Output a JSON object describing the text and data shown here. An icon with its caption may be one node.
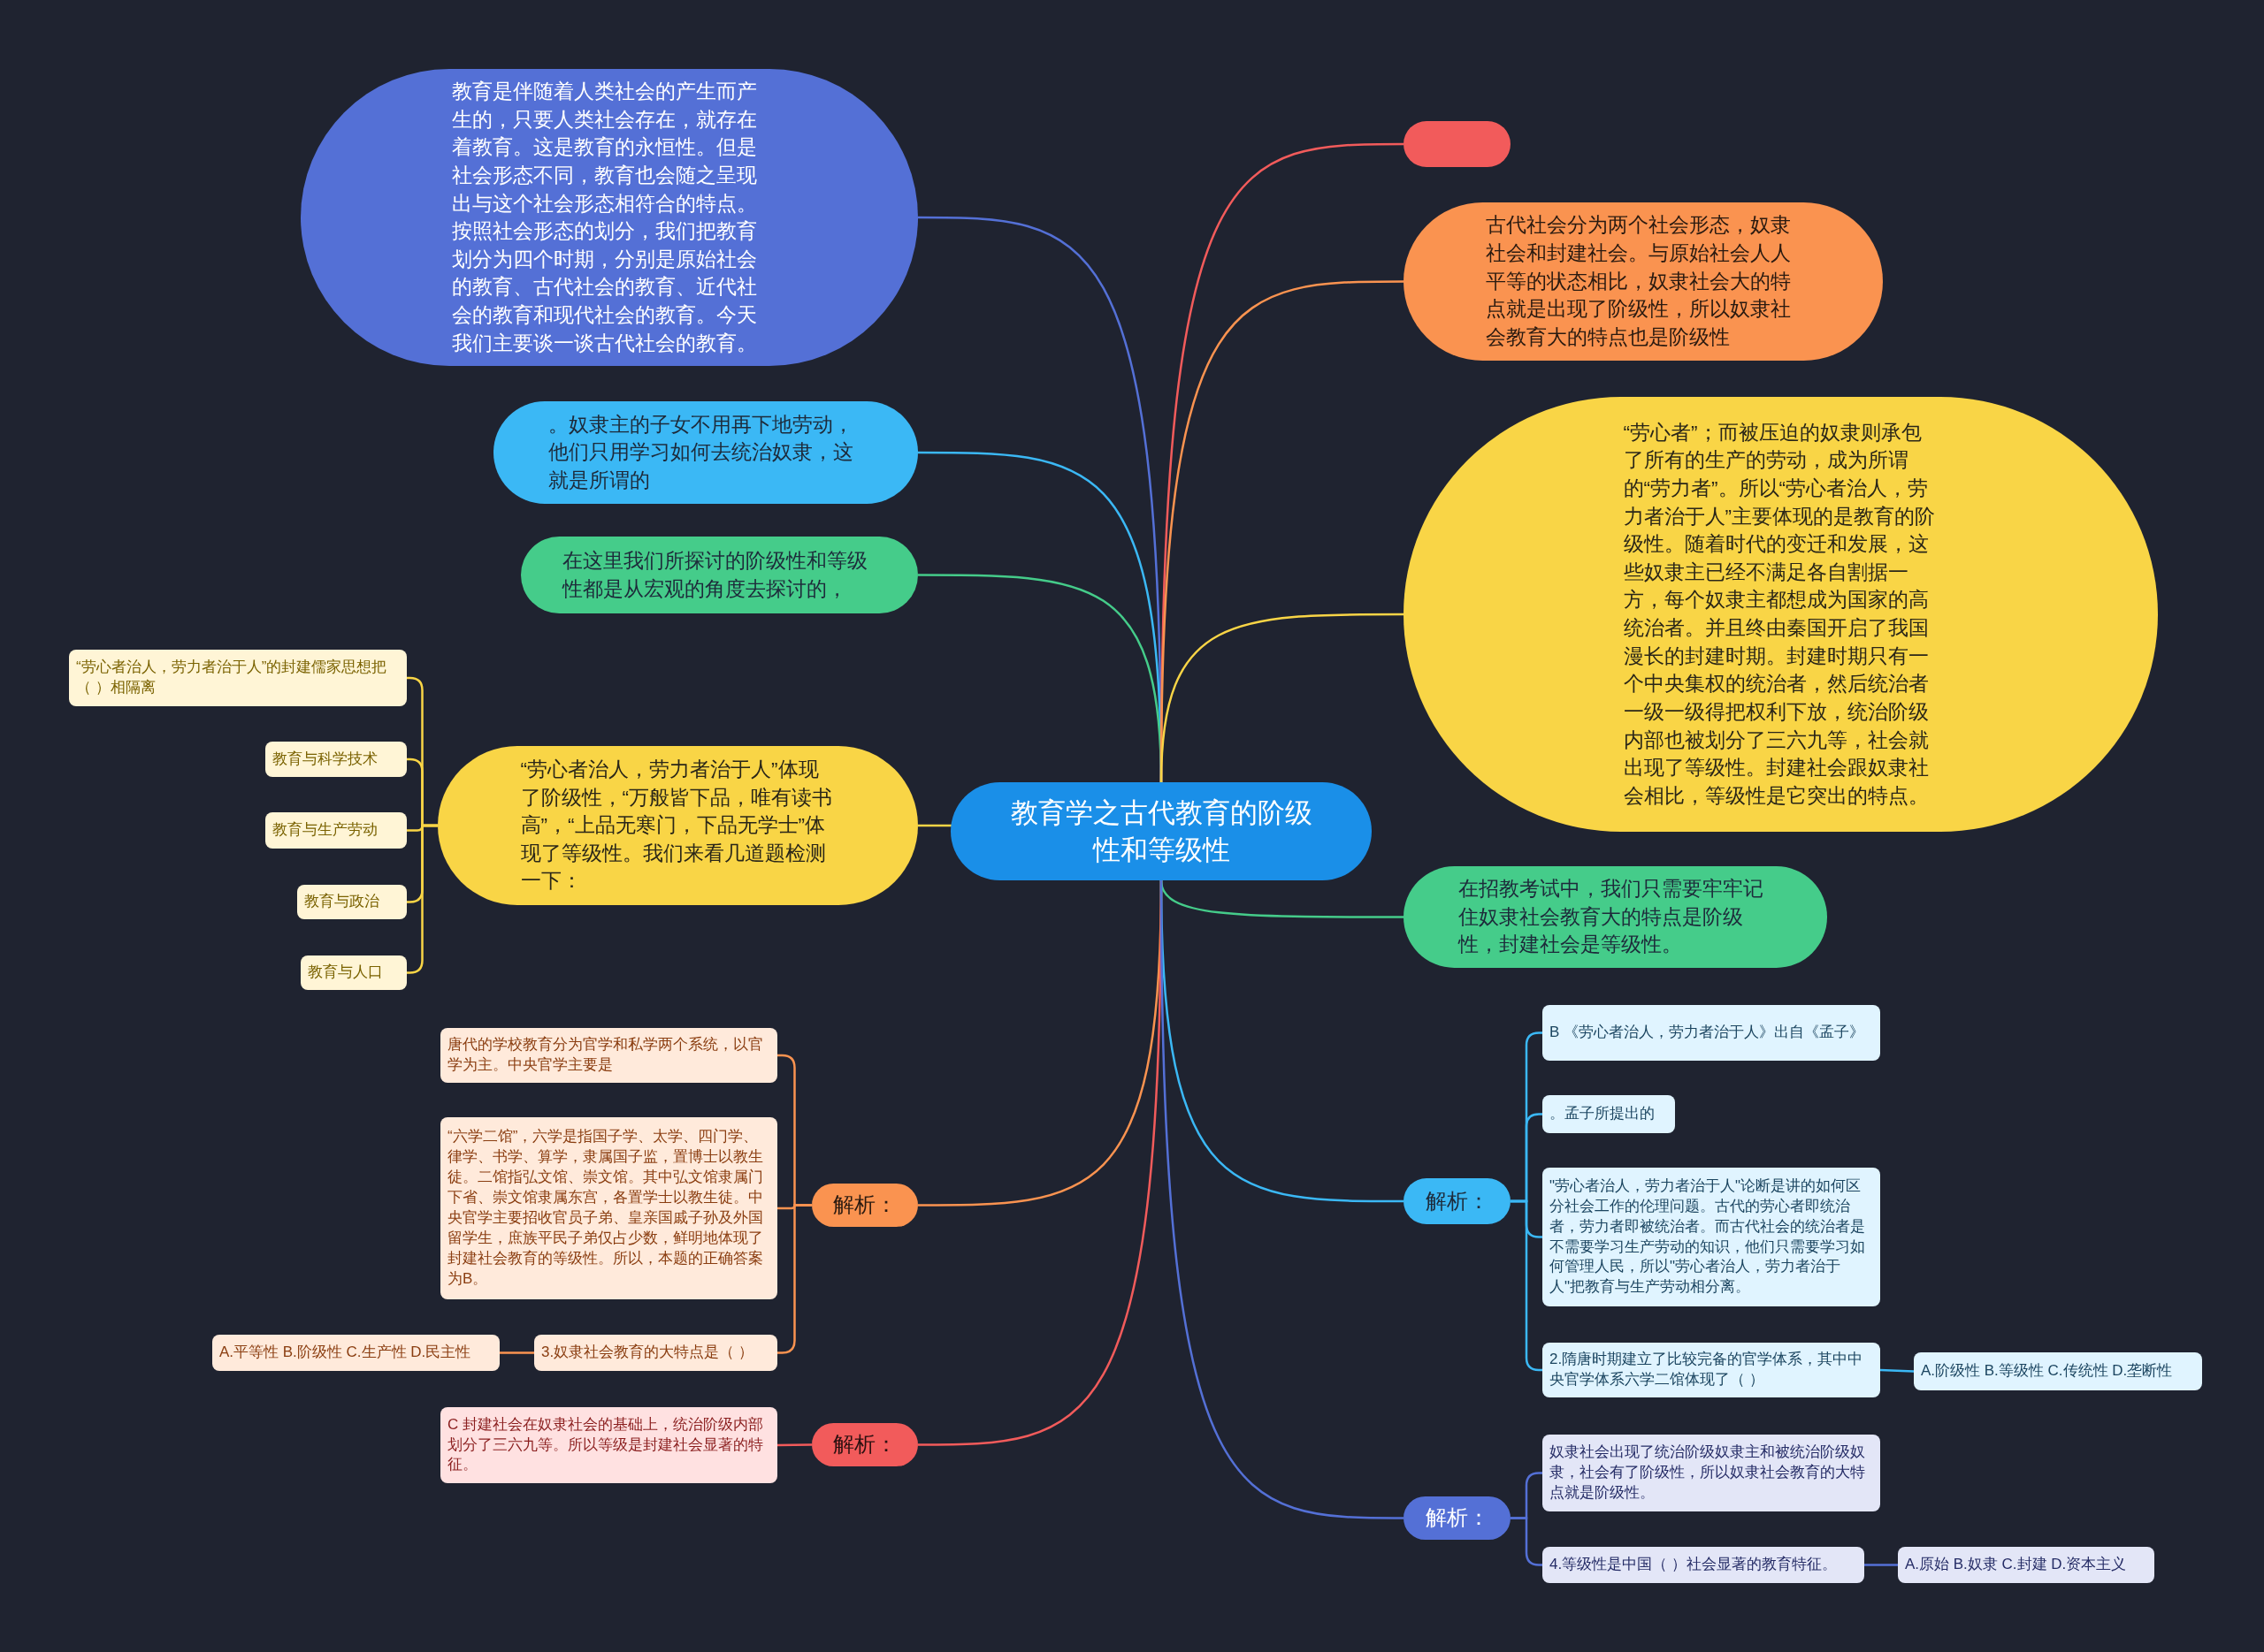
{
  "diagram": {
    "nodes": [
      {
        "text": [
          "教育学之古代教育的阶级性和等级性"
        ]
      },
      {
        "text": [
          "教育是伴随着人类社会的产生而产生的，只要人类社会存在，就存在着教育。这是教育的永恒性。但是社会形态不同，教育也会随之呈现出与这个社会形态相符合的特点。按照社会形态的划分，我们把教育划分为四个时期，分别是原始社会的教育、古代社会的教育、近代社会的教育和现代社会的教育。今天我们主要谈一谈古代社会的教育。"
        ]
      },
      {
        "text": [
          "。奴隶主的子女不用再下地劳动，他们只用学习如何去统治奴隶，这就是所谓的"
        ]
      },
      {
        "text": [
          "在这里我们所探讨的阶级性和等级性都是从宏观的角度去探讨的，"
        ]
      },
      {
        "text": [
          "“劳心者治人，劳力者治于人”体现了阶级性，“万般皆下品，唯有读书高”，“上品无寒门，下品无学士”体现了等级性。我们来看几道题检测一下："
        ]
      },
      {
        "text": [
          "“劳心者治人，劳力者治于人”的封建儒家思想把（ ）相隔离"
        ]
      },
      {
        "text": [
          "教育与科学技术"
        ]
      },
      {
        "text": [
          "教育与生产劳动"
        ]
      },
      {
        "text": [
          "教育与政治"
        ]
      },
      {
        "text": [
          "教育与人口"
        ]
      },
      {
        "text": [
          "解析："
        ]
      },
      {
        "text": [
          "唐代的学校教育分为官学和私学两个系统，以官学为主。中央官学主要是"
        ]
      },
      {
        "text": [
          "“六学二馆”，六学是指国子学、太学、四门学、律学、书学、算学，隶属国子监，置博士以教生徒。二馆指弘文馆、崇文馆。其中弘文馆隶属门下省、崇文馆隶属东宫，各置学士以教生徒。中央官学主要招收官员子弟、皇亲国戚子孙及外国留学生，庶族平民子弟仅占少数，鲜明地体现了封建社会教育的等级性。所以，本题的正确答案为B。"
        ]
      },
      {
        "text": [
          "3.奴隶社会教育的大特点是（ ）"
        ]
      },
      {
        "text": [
          "A.平等性 B.阶级性 C.生产性 D.民主性"
        ]
      },
      {
        "text": [
          "解析："
        ]
      },
      {
        "text": [
          "C 封建社会在奴隶社会的基础上，统治阶级内部划分了三六九等。所以等级是封建社会显著的特征。"
        ]
      },
      {
        "text": [],
        "shape": "box"
      },
      {
        "text": [
          "古代社会分为两个社会形态，奴隶社会和封建社会。与原始社会人人平等的状态相比，奴隶社会大的特点就是出现了阶级性，所以奴隶社会教育大的特点也是阶级性"
        ]
      },
      {
        "text": [
          "“劳心者”；而被压迫的奴隶则承包了所有的生产的劳动，成为所谓的“劳力者”。所以“劳心者治人，劳力者治于人”主要体现的是教育的阶级性。随着时代的变迁和发展，这些奴隶主已经不满足各自割据一方，每个奴隶主都想成为国家的高统治者。并且终由秦国开启了我国漫长的封建时期。封建时期只有一个中央集权的统治者，然后统治者一级一级得把权利下放，统治阶级内部也被划分了三六九等，社会就出现了等级性。封建社会跟奴隶社会相比，等级性是它突出的特点。"
        ]
      },
      {
        "text": [
          "在招教考试中，我们只需要牢牢记住奴隶社会教育大的特点是阶级性，封建社会是等级性。"
        ]
      },
      {
        "text": [
          "解析："
        ]
      },
      {
        "text": [
          "B 《劳心者治人，劳力者治于人》出自《孟子》"
        ]
      },
      {
        "text": [
          "。孟子所提出的"
        ]
      },
      {
        "text": [
          "\"劳心者治人，劳力者治于人\"论断是讲的如何区分社会工作的伦理问题。古代的劳心者即统治者，劳力者即被统治者。而古代社会的统治者是不需要学习生产劳动的知识，他们只需要学习如何管理人民，所以\"劳心者治人，劳力者治于人\"把教育与生产劳动相分离。"
        ]
      },
      {
        "text": [
          "2.隋唐时期建立了比较完备的官学体系，其中中央官学体系六学二馆体现了（ ）"
        ]
      },
      {
        "text": [
          "A.阶级性 B.等级性 C.传统性 D.垄断性"
        ]
      },
      {
        "text": [
          "解析："
        ]
      },
      {
        "text": [
          "奴隶社会出现了统治阶级奴隶主和被统治阶级奴隶，社会有了阶级性，所以奴隶社会教育的大特点就是阶级性。"
        ]
      },
      {
        "text": [
          "4.等级性是中国（ ）社会显著的教育特征。"
        ]
      },
      {
        "text": [
          "A.原始 B.奴隶 C.封建 D.资本主义"
        ]
      }
    ],
    "edges": [
      {
        "from": 0,
        "to": 1,
        "arrow": "none",
        "color": "#5470d6"
      },
      {
        "from": 0,
        "to": 2,
        "arrow": "none",
        "color": "#3bb8f5"
      },
      {
        "from": 0,
        "to": 3,
        "arrow": "none",
        "color": "#45cc8a"
      },
      {
        "from": 0,
        "to": 4,
        "arrow": "none",
        "color": "#f9d546"
      },
      {
        "from": 4,
        "to": 5,
        "arrow": "none",
        "color": "#f9d546"
      },
      {
        "from": 4,
        "to": 6,
        "arrow": "none",
        "color": "#f9d546"
      },
      {
        "from": 4,
        "to": 7,
        "arrow": "none",
        "color": "#f9d546"
      },
      {
        "from": 4,
        "to": 8,
        "arrow": "none",
        "color": "#f9d546"
      },
      {
        "from": 4,
        "to": 9,
        "arrow": "none",
        "color": "#f9d546"
      },
      {
        "from": 0,
        "to": 10,
        "arrow": "none",
        "color": "#fa9350"
      },
      {
        "from": 10,
        "to": 11,
        "arrow": "none",
        "color": "#fa9350"
      },
      {
        "from": 10,
        "to": 12,
        "arrow": "none",
        "color": "#fa9350"
      },
      {
        "from": 10,
        "to": 13,
        "arrow": "none",
        "color": "#fa9350"
      },
      {
        "from": 13,
        "to": 14,
        "arrow": "none",
        "color": "#fa9350"
      },
      {
        "from": 0,
        "to": 15,
        "arrow": "none",
        "color": "#f25b5b"
      },
      {
        "from": 15,
        "to": 16,
        "arrow": "none",
        "color": "#f25b5b"
      },
      {
        "from": 0,
        "to": 17,
        "arrow": "none",
        "color": "#f25b5b"
      },
      {
        "from": 0,
        "to": 18,
        "arrow": "none",
        "color": "#fa9350"
      },
      {
        "from": 0,
        "to": 19,
        "arrow": "none",
        "color": "#f9d546"
      },
      {
        "from": 0,
        "to": 20,
        "arrow": "none",
        "color": "#45cc8a"
      },
      {
        "from": 0,
        "to": 21,
        "arrow": "none",
        "color": "#3bb8f5"
      },
      {
        "from": 21,
        "to": 22,
        "arrow": "none",
        "color": "#3bb8f5"
      },
      {
        "from": 21,
        "to": 23,
        "arrow": "none",
        "color": "#3bb8f5"
      },
      {
        "from": 21,
        "to": 24,
        "arrow": "none",
        "color": "#3bb8f5"
      },
      {
        "from": 21,
        "to": 25,
        "arrow": "none",
        "color": "#3bb8f5"
      },
      {
        "from": 25,
        "to": 26,
        "arrow": "none",
        "color": "#3bb8f5"
      },
      {
        "from": 0,
        "to": 27,
        "arrow": "none",
        "color": "#5470d6"
      },
      {
        "from": 27,
        "to": 28,
        "arrow": "none",
        "color": "#5470d6"
      },
      {
        "from": 27,
        "to": 29,
        "arrow": "none",
        "color": "#5470d6"
      },
      {
        "from": 29,
        "to": 30,
        "arrow": "none",
        "color": "#5470d6"
      }
    ]
  }
}
